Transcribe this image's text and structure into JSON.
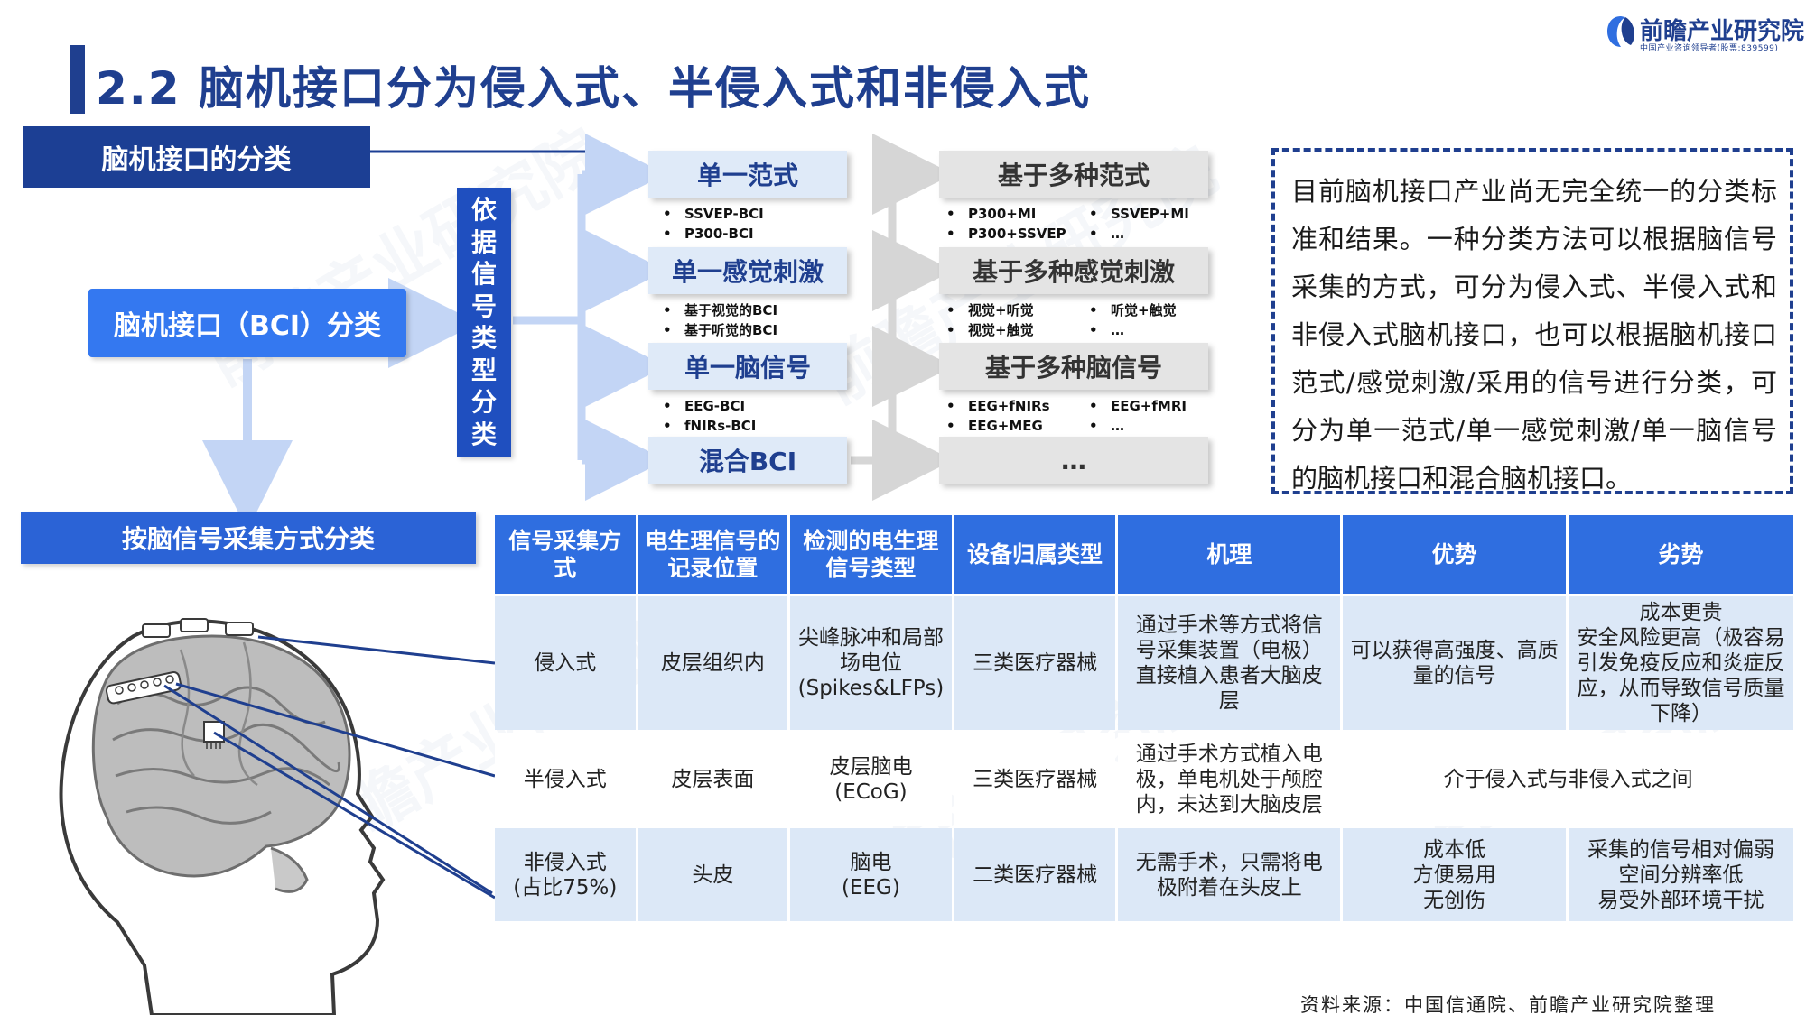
{
  "header": {
    "title": "2.2 脑机接口分为侵入式、半侵入式和非侵入式",
    "logo_name": "前瞻产业研究院",
    "logo_sub": "中国产业咨询领导者(股票:839599)"
  },
  "classification": {
    "header": "脑机接口的分类",
    "root": "脑机接口（BCI）分类",
    "basis_chars": [
      "依",
      "据",
      "信",
      "号",
      "类",
      "型",
      "分",
      "类"
    ],
    "single": [
      {
        "label": "单一范式",
        "items": [
          "SSVEP-BCI",
          "P300-BCI"
        ]
      },
      {
        "label": "单一感觉刺激",
        "items": [
          "基于视觉的BCI",
          "基于听觉的BCI"
        ]
      },
      {
        "label": "单一脑信号",
        "items": [
          "EEG-BCI",
          "fNIRs-BCI"
        ]
      },
      {
        "label": "混合BCI",
        "items": []
      }
    ],
    "multi": [
      {
        "label": "基于多种范式",
        "items_left": [
          "P300+MI",
          "P300+SSVEP"
        ],
        "items_right": [
          "SSVEP+MI",
          "…"
        ]
      },
      {
        "label": "基于多种感觉刺激",
        "items_left": [
          "视觉+听觉",
          "视觉+触觉"
        ],
        "items_right": [
          "听觉+触觉",
          "…"
        ]
      },
      {
        "label": "基于多种脑信号",
        "items_left": [
          "EEG+fNIRs",
          "EEG+MEG"
        ],
        "items_right": [
          "EEG+fMRI",
          "…"
        ]
      },
      {
        "label": "…",
        "items_left": [],
        "items_right": []
      }
    ],
    "bullet_glyph": "•"
  },
  "note": {
    "text": "目前脑机接口产业尚无完全统一的分类标准和结果。一种分类方法可以根据脑信号采集的方式，可分为侵入式、半侵入式和非侵入式脑机接口，也可以根据脑机接口范式/感觉刺激/采用的信号进行分类，可分为单一范式/单一感觉刺激/单一脑信号的脑机接口和混合脑机接口。"
  },
  "table_section": {
    "header": "按脑信号采集方式分类",
    "columns": [
      "信号采集方式",
      "电生理信号的记录位置",
      "检测的电生理信号类型",
      "设备归属类型",
      "机理",
      "优势",
      "劣势"
    ],
    "rows": [
      {
        "method": "侵入式",
        "location": "皮层组织内",
        "signal": [
          "尖峰脉冲和局部场电位",
          "(Spikes&LFPs)"
        ],
        "device": "三类医疗器械",
        "mechanism": "通过手术等方式将信号采集装置（电极）直接植入患者大脑皮层",
        "advantage": "可以获得高强度、高质量的信号",
        "disadvantage": [
          "成本更贵",
          "安全风险更高（极容易引发免疫反应和炎症反应，从而导致信号质量下降）"
        ]
      },
      {
        "method": "半侵入式",
        "location": "皮层表面",
        "signal": [
          "皮层脑电",
          "(ECoG)"
        ],
        "device": "三类医疗器械",
        "mechanism": "通过手术方式植入电极，单电机处于颅腔内，未达到大脑皮层",
        "merged": "介于侵入式与非侵入式之间"
      },
      {
        "method": [
          "非侵入式",
          "(占比75%)"
        ],
        "location": "头皮",
        "signal": [
          "脑电",
          "(EEG)"
        ],
        "device": "二类医疗器械",
        "mechanism": "无需手术，只需将电极附着在头皮上",
        "advantage": [
          "成本低",
          "方便易用",
          "无创伤"
        ],
        "disadvantage": [
          "采集的信号相对偏弱",
          "空间分辨率低",
          "易受外部环境干扰"
        ]
      }
    ]
  },
  "source": "资料来源：中国信通院、前瞻产业研究院整理",
  "watermark": "前瞻产业研究院",
  "colors": {
    "navy": "#1f3f8f",
    "blue": "#2f6ee0",
    "light_blue": "#dce8f7",
    "grey_box": "#e4e4e4"
  }
}
